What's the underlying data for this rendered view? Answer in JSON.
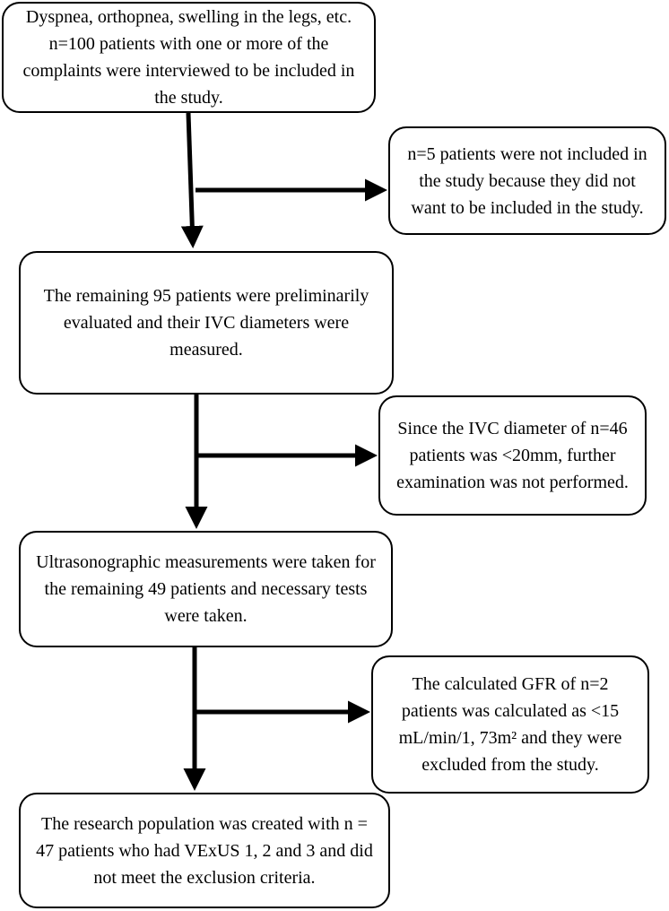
{
  "flowchart": {
    "boxes": [
      {
        "id": "screened",
        "text": "Dyspnea, orthopnea, swelling in the legs, etc. n=100 patients with one or more of the complaints were interviewed to be included in the study."
      },
      {
        "id": "excluded-refused",
        "text": "n=5 patients were not included in the study because they did not want to be included in the study."
      },
      {
        "id": "evaluated",
        "text": "The remaining 95 patients were preliminarily evaluated and their IVC diameters were measured."
      },
      {
        "id": "excluded-ivc",
        "text": "Since the IVC diameter of n=46 patients was <20mm, further examination was not performed."
      },
      {
        "id": "ultrasonography",
        "text": "Ultrasonographic measurements were taken for the remaining 49 patients and necessary tests were taken."
      },
      {
        "id": "excluded-gfr",
        "text": "The calculated GFR of n=2 patients was calculated as <15 mL/min/1, 73m² and they were excluded from the study."
      },
      {
        "id": "final-population",
        "text": "The research population was created with n = 47 patients who had VExUS 1, 2 and 3 and did not meet the exclusion criteria."
      }
    ],
    "colors": {
      "line": "#000000",
      "box_border": "#000000",
      "background": "#ffffff",
      "text": "#000000"
    }
  }
}
